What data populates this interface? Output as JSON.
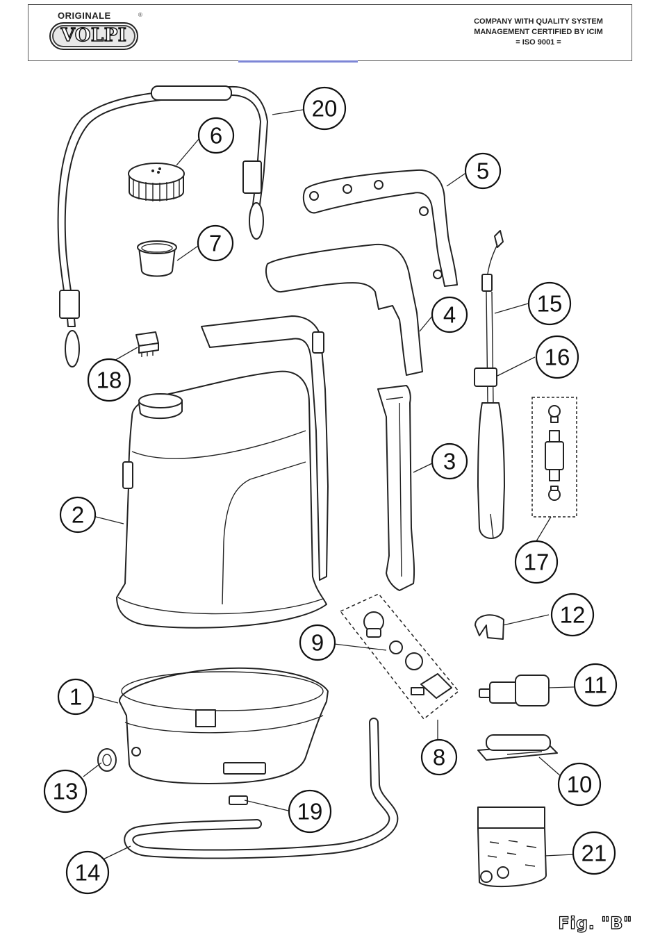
{
  "header": {
    "logo_top": "ORIGINALE",
    "logo_main": "VOLPI",
    "logo_reg": "®",
    "certification": [
      "COMPANY WITH QUALITY SYSTEM",
      "MANAGEMENT CERTIFIED BY ICIM",
      "= ISO 9001 ="
    ]
  },
  "figure_label": "Fig. \"B\"",
  "part_labels": {
    "p1": "1",
    "p2": "2",
    "p3": "3",
    "p4": "4",
    "p5": "5",
    "p6": "6",
    "p7": "7",
    "p8": "8",
    "p9": "9",
    "p10": "10",
    "p11": "11",
    "p12": "12",
    "p13": "13",
    "p14": "14",
    "p15": "15",
    "p16": "16",
    "p17": "17",
    "p18": "18",
    "p19": "19",
    "p20": "20",
    "p21": "21"
  },
  "colors": {
    "line": "#222222",
    "accent_line": "#7d86d6",
    "background": "#ffffff"
  }
}
